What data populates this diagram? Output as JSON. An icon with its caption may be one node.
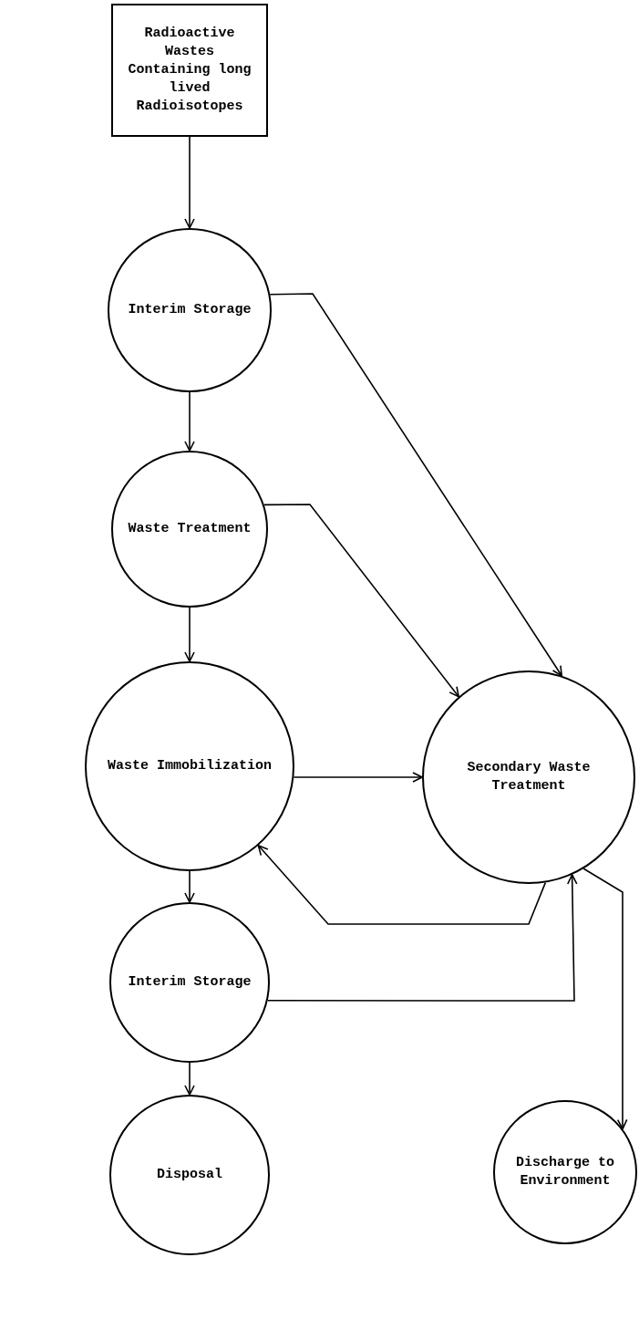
{
  "diagram": {
    "nodes": [
      {
        "text": [
          "Radioactive Wastes Containing long lived Radioisotopes"
        ]
      },
      {
        "text": [
          "Interim Storage"
        ]
      },
      {
        "text": [
          "Waste Treatment"
        ]
      },
      {
        "text": [
          "Waste Immobilization"
        ]
      },
      {
        "text": [
          "Secondary Waste Treatment"
        ]
      },
      {
        "text": [
          "Interim Storage"
        ]
      },
      {
        "text": [
          "Disposal"
        ]
      },
      {
        "text": [
          "Discharge to Environment"
        ]
      }
    ],
    "edges": [
      {
        "from": 0,
        "to": 1,
        "arrow": "to"
      },
      {
        "from": 1,
        "to": 2,
        "arrow": "to"
      },
      {
        "from": 2,
        "to": 3,
        "arrow": "to"
      },
      {
        "from": 3,
        "to": 5,
        "arrow": "to"
      },
      {
        "from": 5,
        "to": 6,
        "arrow": "to"
      },
      {
        "from": 1,
        "to": 4,
        "arrow": "to"
      },
      {
        "from": 2,
        "to": 4,
        "arrow": "to"
      },
      {
        "from": 3,
        "to": 4,
        "arrow": "to"
      },
      {
        "from": 4,
        "to": 3,
        "arrow": "to"
      },
      {
        "from": 5,
        "to": 4,
        "arrow": "to"
      },
      {
        "from": 4,
        "to": 7,
        "arrow": "to"
      }
    ]
  }
}
